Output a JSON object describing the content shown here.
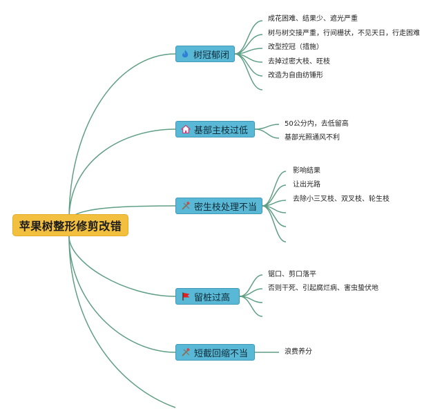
{
  "root": {
    "label": "苹果树整形修剪改错"
  },
  "branches": [
    {
      "label": "树冠郁闭",
      "icon": "flame-icon",
      "leaves": [
        "成花困难、结果少、遮光严重",
        "树与树交接严重，行间栅状，不见天日，行走困难",
        "改型控冠（措施）",
        "去掉过密大枝、旺枝",
        "改造为自由纺锤形"
      ]
    },
    {
      "label": "基部主枝过低",
      "icon": "house-icon",
      "leaves": [
        "50公分内，去低留高",
        "基部光照通风不利"
      ]
    },
    {
      "label": "密生枝处理不当",
      "icon": "tools-icon",
      "leaves": [
        "影响结果",
        "让出光路",
        "去除小三叉枝、双叉枝、轮生枝"
      ]
    },
    {
      "label": "留桩过高",
      "icon": "flag-icon",
      "leaves": [
        "锯口、剪口落平",
        "否则干死、引起腐烂病、害虫蛰伏地"
      ]
    },
    {
      "label": "短截回缩不当",
      "icon": "tools-icon",
      "leaves": [
        "浪费养分"
      ]
    }
  ],
  "colors": {
    "line": "#5e9e84",
    "root_fill": "#f2bf3f",
    "branch_fill": "#59b8d6"
  }
}
